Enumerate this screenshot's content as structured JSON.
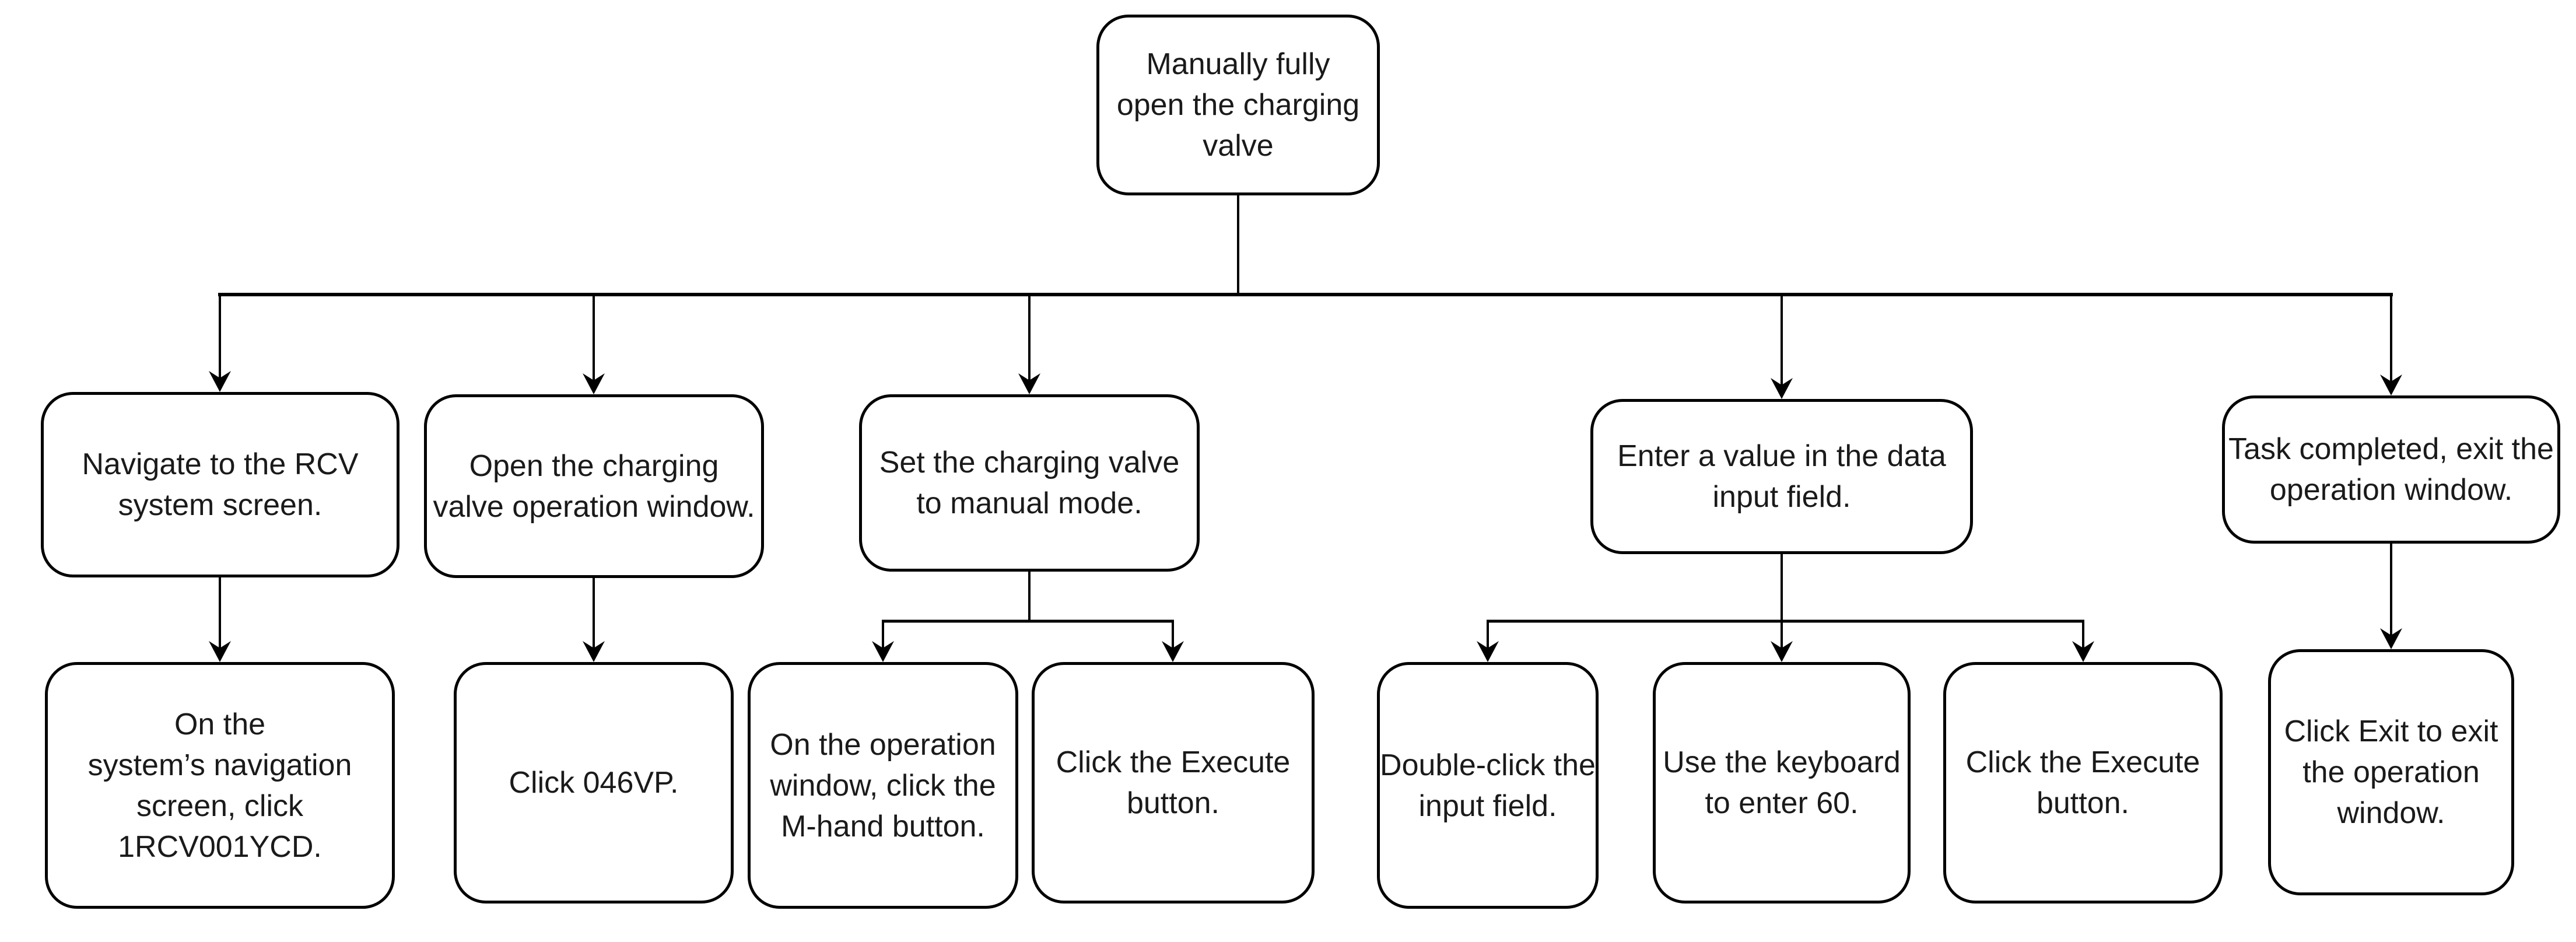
{
  "flowchart": {
    "root": {
      "label": "Manually fully\nopen the charging\nvalve"
    },
    "steps": [
      {
        "label": "Navigate to the RCV\nsystem screen.",
        "substeps": [
          {
            "label": "On the\nsystem’s navigation\nscreen, click\n1RCV001YCD."
          }
        ]
      },
      {
        "label": "Open the charging\nvalve operation window.",
        "substeps": [
          {
            "label": "Click 046VP."
          }
        ]
      },
      {
        "label": "Set the charging valve\nto manual mode.",
        "substeps": [
          {
            "label": "On the operation\nwindow, click the\nM-hand button."
          },
          {
            "label": "Click the Execute\nbutton."
          }
        ]
      },
      {
        "label": "Enter a value in the data\ninput field.",
        "substeps": [
          {
            "label": "Double-click the\ninput field."
          },
          {
            "label": "Use the keyboard\nto enter 60."
          },
          {
            "label": "Click the Execute\nbutton."
          }
        ]
      },
      {
        "label": "Task completed, exit the\noperation window.",
        "substeps": [
          {
            "label": "Click Exit to exit\nthe operation\nwindow."
          }
        ]
      }
    ],
    "colors": {
      "line": "#000000",
      "box_border": "#000000",
      "box_fill": "#ffffff",
      "text": "#1a1a1a",
      "background": "#ffffff"
    }
  }
}
